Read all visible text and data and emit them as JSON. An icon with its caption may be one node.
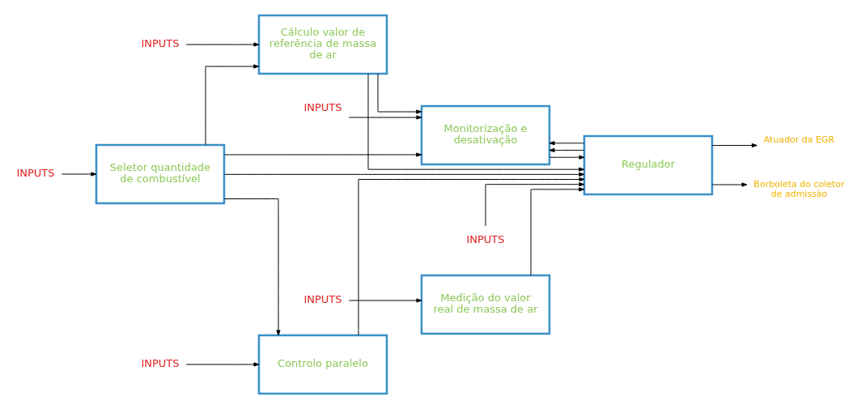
{
  "diagram": {
    "nodes": [
      {
        "text": [
          "INPUTS"
        ]
      },
      {
        "text": [
          "Monitorização e desativação"
        ]
      },
      {
        "text": [
          "INPUTS"
        ]
      },
      {
        "text": [
          "Seletor quantidade de combustível"
        ]
      },
      {
        "text": [
          "INPUTS"
        ]
      },
      {
        "text": [
          "Cálculo valor de referência de massa de ar"
        ]
      },
      {
        "text": [
          "INPUTS"
        ]
      },
      {
        "text": [
          "Regulador"
        ]
      },
      {
        "text": [
          "Atuador da EGR"
        ]
      },
      {
        "text": [
          "Borboleta do coletor de admissão"
        ]
      },
      {
        "text": [
          "INPUTS"
        ]
      },
      {
        "text": [
          "Medição do valor real de massa de ar"
        ]
      },
      {
        "text": [
          "Controlo paralelo"
        ]
      },
      {
        "text": [
          "INPUTS"
        ]
      }
    ],
    "edges": [
      {
        "from": 0,
        "to": 1,
        "arrow": "to"
      },
      {
        "from": 2,
        "to": 3,
        "arrow": "to"
      },
      {
        "from": 4,
        "to": 5,
        "arrow": "to"
      },
      {
        "from": 3,
        "to": 5,
        "arrow": "to"
      },
      {
        "from": 3,
        "to": 1,
        "arrow": "to"
      },
      {
        "from": 3,
        "to": 7,
        "arrow": "to"
      },
      {
        "from": 3,
        "to": 12,
        "arrow": "to"
      },
      {
        "from": 5,
        "to": 7,
        "arrow": "to"
      },
      {
        "from": 5,
        "to": 1,
        "arrow": "to"
      },
      {
        "from": 1,
        "to": 7,
        "arrow": "to"
      },
      {
        "from": 7,
        "to": 1,
        "arrow": "to"
      },
      {
        "from": 7,
        "to": 1,
        "arrow": "to"
      },
      {
        "from": 6,
        "to": 7,
        "arrow": "to"
      },
      {
        "from": 7,
        "to": 8,
        "arrow": "to"
      },
      {
        "from": 7,
        "to": 9,
        "arrow": "to"
      },
      {
        "from": 10,
        "to": 11,
        "arrow": "to"
      },
      {
        "from": 11,
        "to": 7,
        "arrow": "to"
      },
      {
        "from": 12,
        "to": 7,
        "arrow": "to"
      },
      {
        "from": 13,
        "to": 12,
        "arrow": "to"
      }
    ]
  }
}
